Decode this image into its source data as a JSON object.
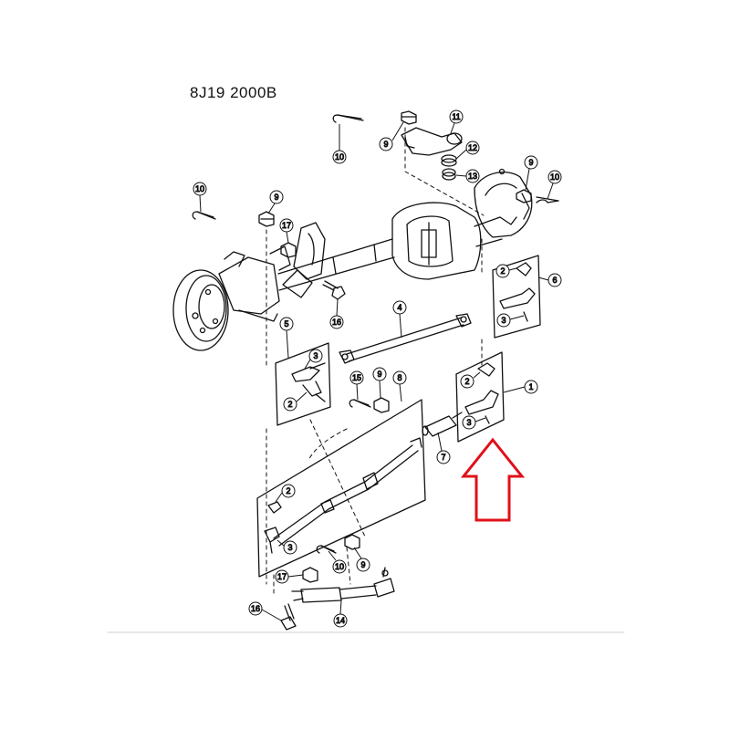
{
  "figure": {
    "code": "8J19  2000B",
    "arrow_color": "#e0101a",
    "callouts": [
      "1",
      "2",
      "3",
      "4",
      "5",
      "6",
      "7",
      "8",
      "9",
      "10",
      "11",
      "12",
      "13",
      "14",
      "15",
      "16",
      "17"
    ]
  }
}
